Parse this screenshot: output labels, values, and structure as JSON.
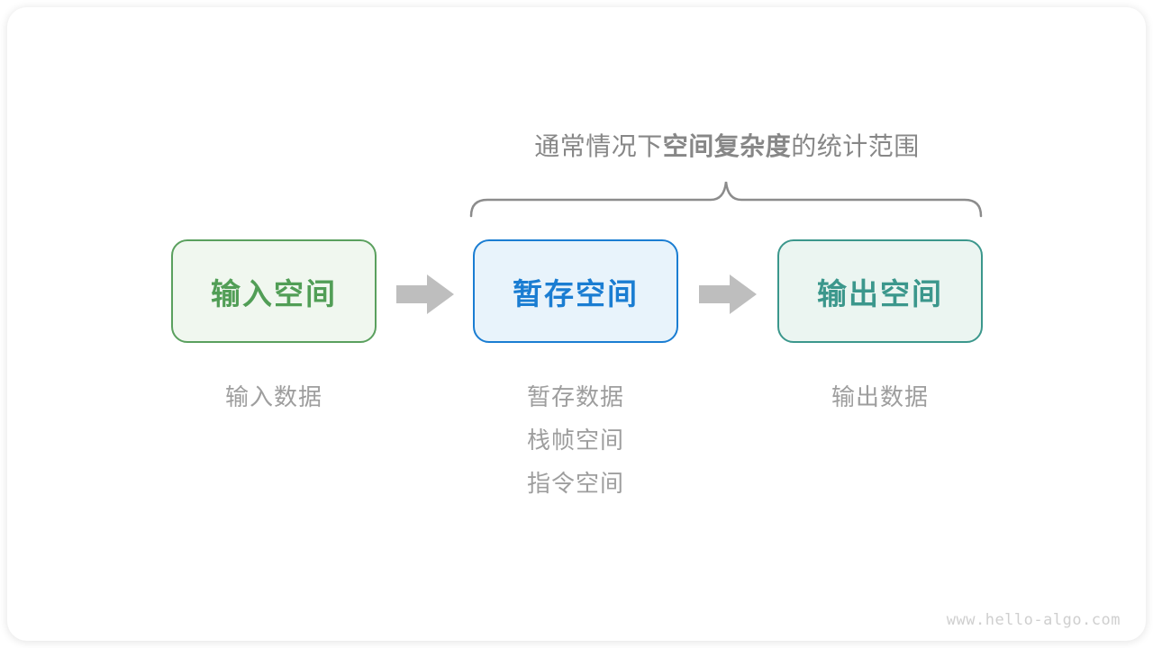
{
  "title": {
    "prefix": "通常情况下",
    "highlight": "空间复杂度",
    "suffix": "的统计范围"
  },
  "boxes": [
    {
      "id": "input-space",
      "label": "输入空间",
      "text_color": "#519e56",
      "border_color": "#5aa05e",
      "fill_color": "#f0f7ef"
    },
    {
      "id": "temp-space",
      "label": "暂存空间",
      "text_color": "#1a7dd2",
      "border_color": "#1a7dd2",
      "fill_color": "#e8f3fb"
    },
    {
      "id": "output-space",
      "label": "输出空间",
      "text_color": "#3b978c",
      "border_color": "#3b978c",
      "fill_color": "#ebf5f1"
    }
  ],
  "annotations": {
    "input": [
      "输入数据"
    ],
    "temp": [
      "暂存数据",
      "栈帧空间",
      "指令空间"
    ],
    "output": [
      "输出数据"
    ]
  },
  "watermark": "www.hello-algo.com",
  "colors": {
    "arrow": "#bebebe",
    "brace": "#8c8c8c",
    "title_text": "#878787",
    "annotation_text": "#9e9e9e",
    "watermark": "#cfcfcf"
  }
}
